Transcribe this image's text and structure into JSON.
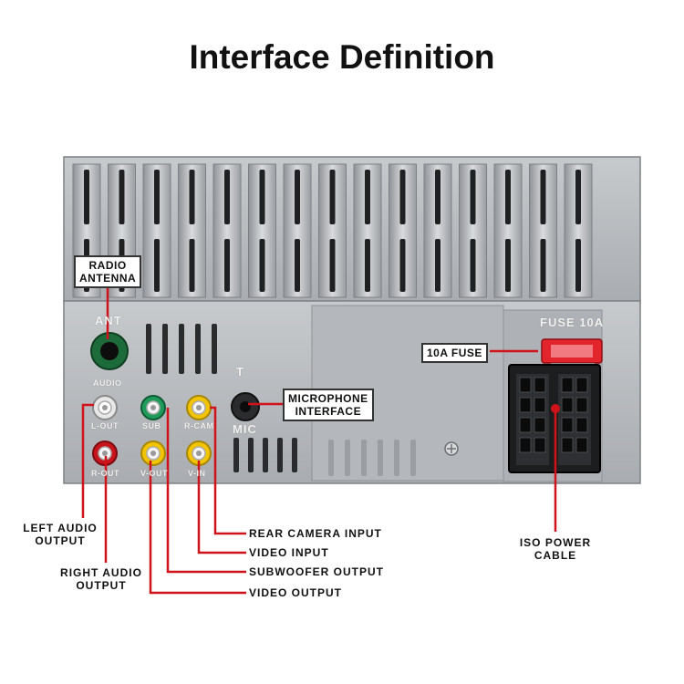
{
  "title": "Interface Definition",
  "colors": {
    "callout_line": "#d0121b",
    "panel": "#b9bcc0",
    "rca_red": "#c8141c",
    "rca_white": "#e8e8e8",
    "rca_green": "#1e9a5a",
    "rca_yellow": "#f2c400",
    "antenna": "#1d6b3a"
  },
  "callouts": {
    "radio_antenna": {
      "line1": "RADIO",
      "line2": "ANTENNA"
    },
    "fuse": "10A FUSE",
    "microphone": {
      "line1": "MICROPHONE",
      "line2": "INTERFACE"
    },
    "left_audio": {
      "line1": "LEFT AUDIO",
      "line2": "OUTPUT"
    },
    "right_audio": {
      "line1": "RIGHT AUDIO",
      "line2": "OUTPUT"
    },
    "rear_camera": "REAR CAMERA INPUT",
    "video_input": "VIDEO INPUT",
    "subwoofer": "SUBWOOFER OUTPUT",
    "video_output": "VIDEO OUTPUT",
    "iso_power": {
      "line1": "ISO POWER",
      "line2": "CABLE"
    }
  },
  "panel_markings": {
    "ant": "ANT",
    "audio": "AUDIO",
    "l_out": "L-OUT",
    "sub": "SUB",
    "r_cam": "R-CAM",
    "mic": "MIC",
    "mic_top": "T",
    "r_out": "R-OUT",
    "v_out": "V-OUT",
    "v_in": "V-IN",
    "fuse_rating": "FUSE 10A"
  }
}
